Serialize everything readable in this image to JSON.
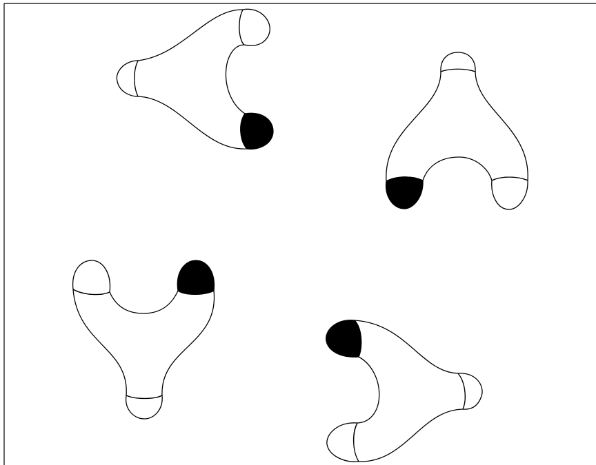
{
  "diagram": {
    "colors": {
      "background": "#ffffff",
      "stroke": "#000000",
      "cap_open": "#ffffff",
      "cap_marked": "#000000"
    },
    "pants": [
      {
        "id": "pants-top-left",
        "marked_cap": "lower-right"
      },
      {
        "id": "pants-top-right",
        "marked_cap": "bottom-left"
      },
      {
        "id": "pants-bottom-left",
        "marked_cap": "top-right"
      },
      {
        "id": "pants-bottom-right",
        "marked_cap": "top-left"
      }
    ]
  }
}
